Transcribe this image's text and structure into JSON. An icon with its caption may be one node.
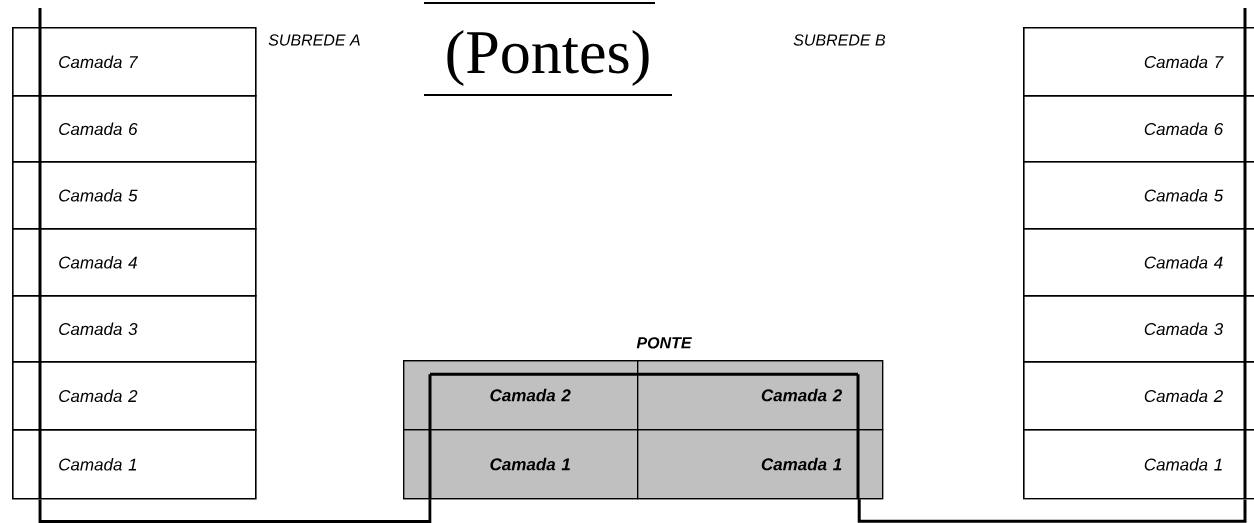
{
  "diagram": {
    "title": "(Pontes)",
    "nodes": [
      {
        "text": [
          "Camada 7"
        ]
      },
      {
        "text": [
          "Camada 6"
        ]
      },
      {
        "text": [
          "Camada 5"
        ]
      },
      {
        "text": [
          "Camada 4"
        ]
      },
      {
        "text": [
          "Camada 3"
        ]
      },
      {
        "text": [
          "Camada 2"
        ]
      },
      {
        "text": [
          "Camada 1"
        ]
      },
      {
        "text": [
          "Camada 7"
        ]
      },
      {
        "text": [
          "Camada 6"
        ]
      },
      {
        "text": [
          "Camada 5"
        ]
      },
      {
        "text": [
          "Camada 4"
        ]
      },
      {
        "text": [
          "Camada 3"
        ]
      },
      {
        "text": [
          "Camada 2"
        ]
      },
      {
        "text": [
          "Camada 1"
        ]
      },
      {
        "text": [
          "PONTE"
        ]
      },
      {
        "text": [
          "Camada 2"
        ],
        "in": 14
      },
      {
        "text": [
          "Camada 2"
        ],
        "in": 14
      },
      {
        "text": [
          "Camada 1"
        ],
        "in": 14
      },
      {
        "text": [
          "Camada 1"
        ],
        "in": 14
      }
    ],
    "edges": [
      {
        "from": 6,
        "to": 17,
        "arrow": "none"
      },
      {
        "from": 17,
        "to": 15,
        "arrow": "none"
      },
      {
        "from": 15,
        "to": 16,
        "arrow": "none"
      },
      {
        "from": 16,
        "to": 18,
        "arrow": "none"
      },
      {
        "from": 18,
        "to": 13,
        "arrow": "none"
      }
    ],
    "labels": [
      "SUBREDE A",
      "SUBREDE B"
    ]
  }
}
